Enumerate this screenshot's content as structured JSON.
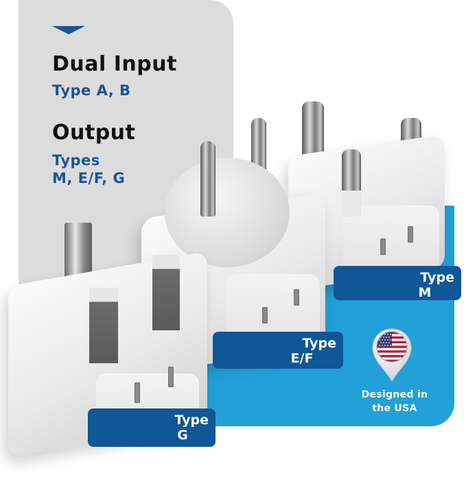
{
  "info_panel": {
    "chevron_icon": "chevron-down-icon",
    "input_heading": "Dual Input",
    "input_types": "Type A, B",
    "output_heading": "Output",
    "output_types_line1": "Types",
    "output_types_line2": "M, E/F, G"
  },
  "badges": {
    "type_m": {
      "line1": "Type",
      "line2": "M"
    },
    "type_ef": {
      "line1": "Type",
      "line2": "E/F"
    },
    "type_g": {
      "line1": "Type",
      "line2": "G"
    }
  },
  "origin": {
    "icon": "us-flag-location-pin-icon",
    "line1": "Designed in",
    "line2": "the USA"
  },
  "colors": {
    "panel_gray": "#dcdcdc",
    "accent_blue": "#1a5593",
    "badge_blue": "#0f5796",
    "background_blue": "#22a0d8",
    "plug_white": "#eeeeee"
  }
}
